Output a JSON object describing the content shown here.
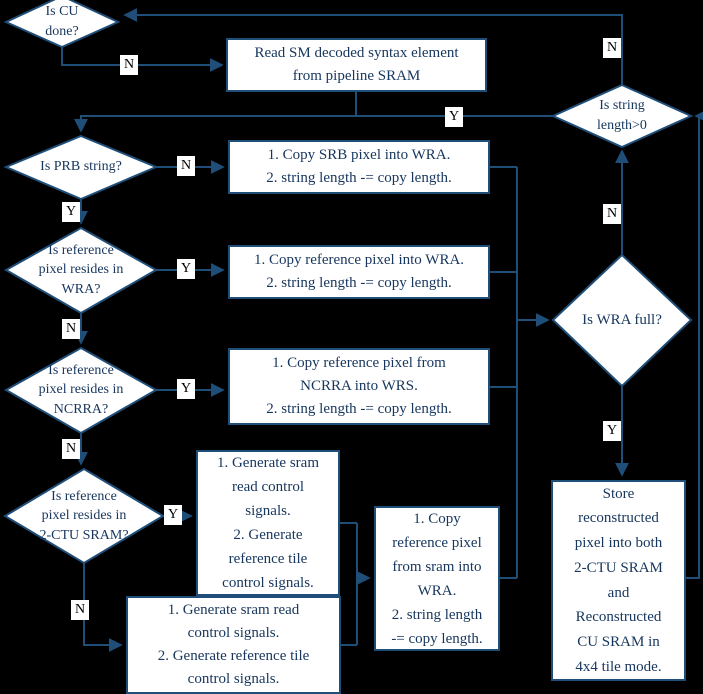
{
  "colors": {
    "background": "#000000",
    "line": "#1f4e79",
    "shape_fill": "#ffffff",
    "text": "#17365d"
  },
  "nodes": {
    "is_cu_done": "Is CU\ndone?",
    "read_sm": "Read SM decoded syntax element\nfrom pipeline SRAM",
    "is_string_len": "Is string\nlength>0",
    "is_prb": "Is PRB string?",
    "copy_srb": "1. Copy SRB pixel into WRA.\n2. string length -= copy length.",
    "is_ref_wra": "Is reference\npixel resides in\nWRA?",
    "copy_ref_wra": "1. Copy reference pixel into WRA.\n2. string length -= copy length.",
    "is_wra_full": "Is WRA full?",
    "is_ref_ncrra": "Is reference\npixel resides in\nNCRRA?",
    "copy_ncrra": "1. Copy reference pixel from\nNCRRA into WRS.\n2. string length -= copy length.",
    "is_ref_2ctu": "Is reference\npixel resides in\n2-CTU SRAM?",
    "gen_upper": "1. Generate sram\nread control\nsignals.\n2. Generate\nreference tile\ncontrol signals.",
    "copy_sram": "1. Copy\nreference pixel\nfrom sram into\nWRA.\n2. string length\n-= copy length.",
    "gen_lower": "1. Generate sram read\ncontrol signals.\n2. Generate reference tile\ncontrol signals.",
    "store": "Store\nreconstructed\npixel into both\n2-CTU SRAM\nand\nReconstructed\nCU SRAM in\n4x4 tile mode."
  },
  "labels": {
    "cu_n": "N",
    "strlen_n": "N",
    "strlen_y": "Y",
    "prb_n": "N",
    "prb_y": "Y",
    "wra_y": "Y",
    "wra_n": "N",
    "ncrra_y": "Y",
    "ncrra_n": "N",
    "ctu_y": "Y",
    "ctu_n": "N",
    "full_n": "N",
    "full_y": "Y"
  }
}
